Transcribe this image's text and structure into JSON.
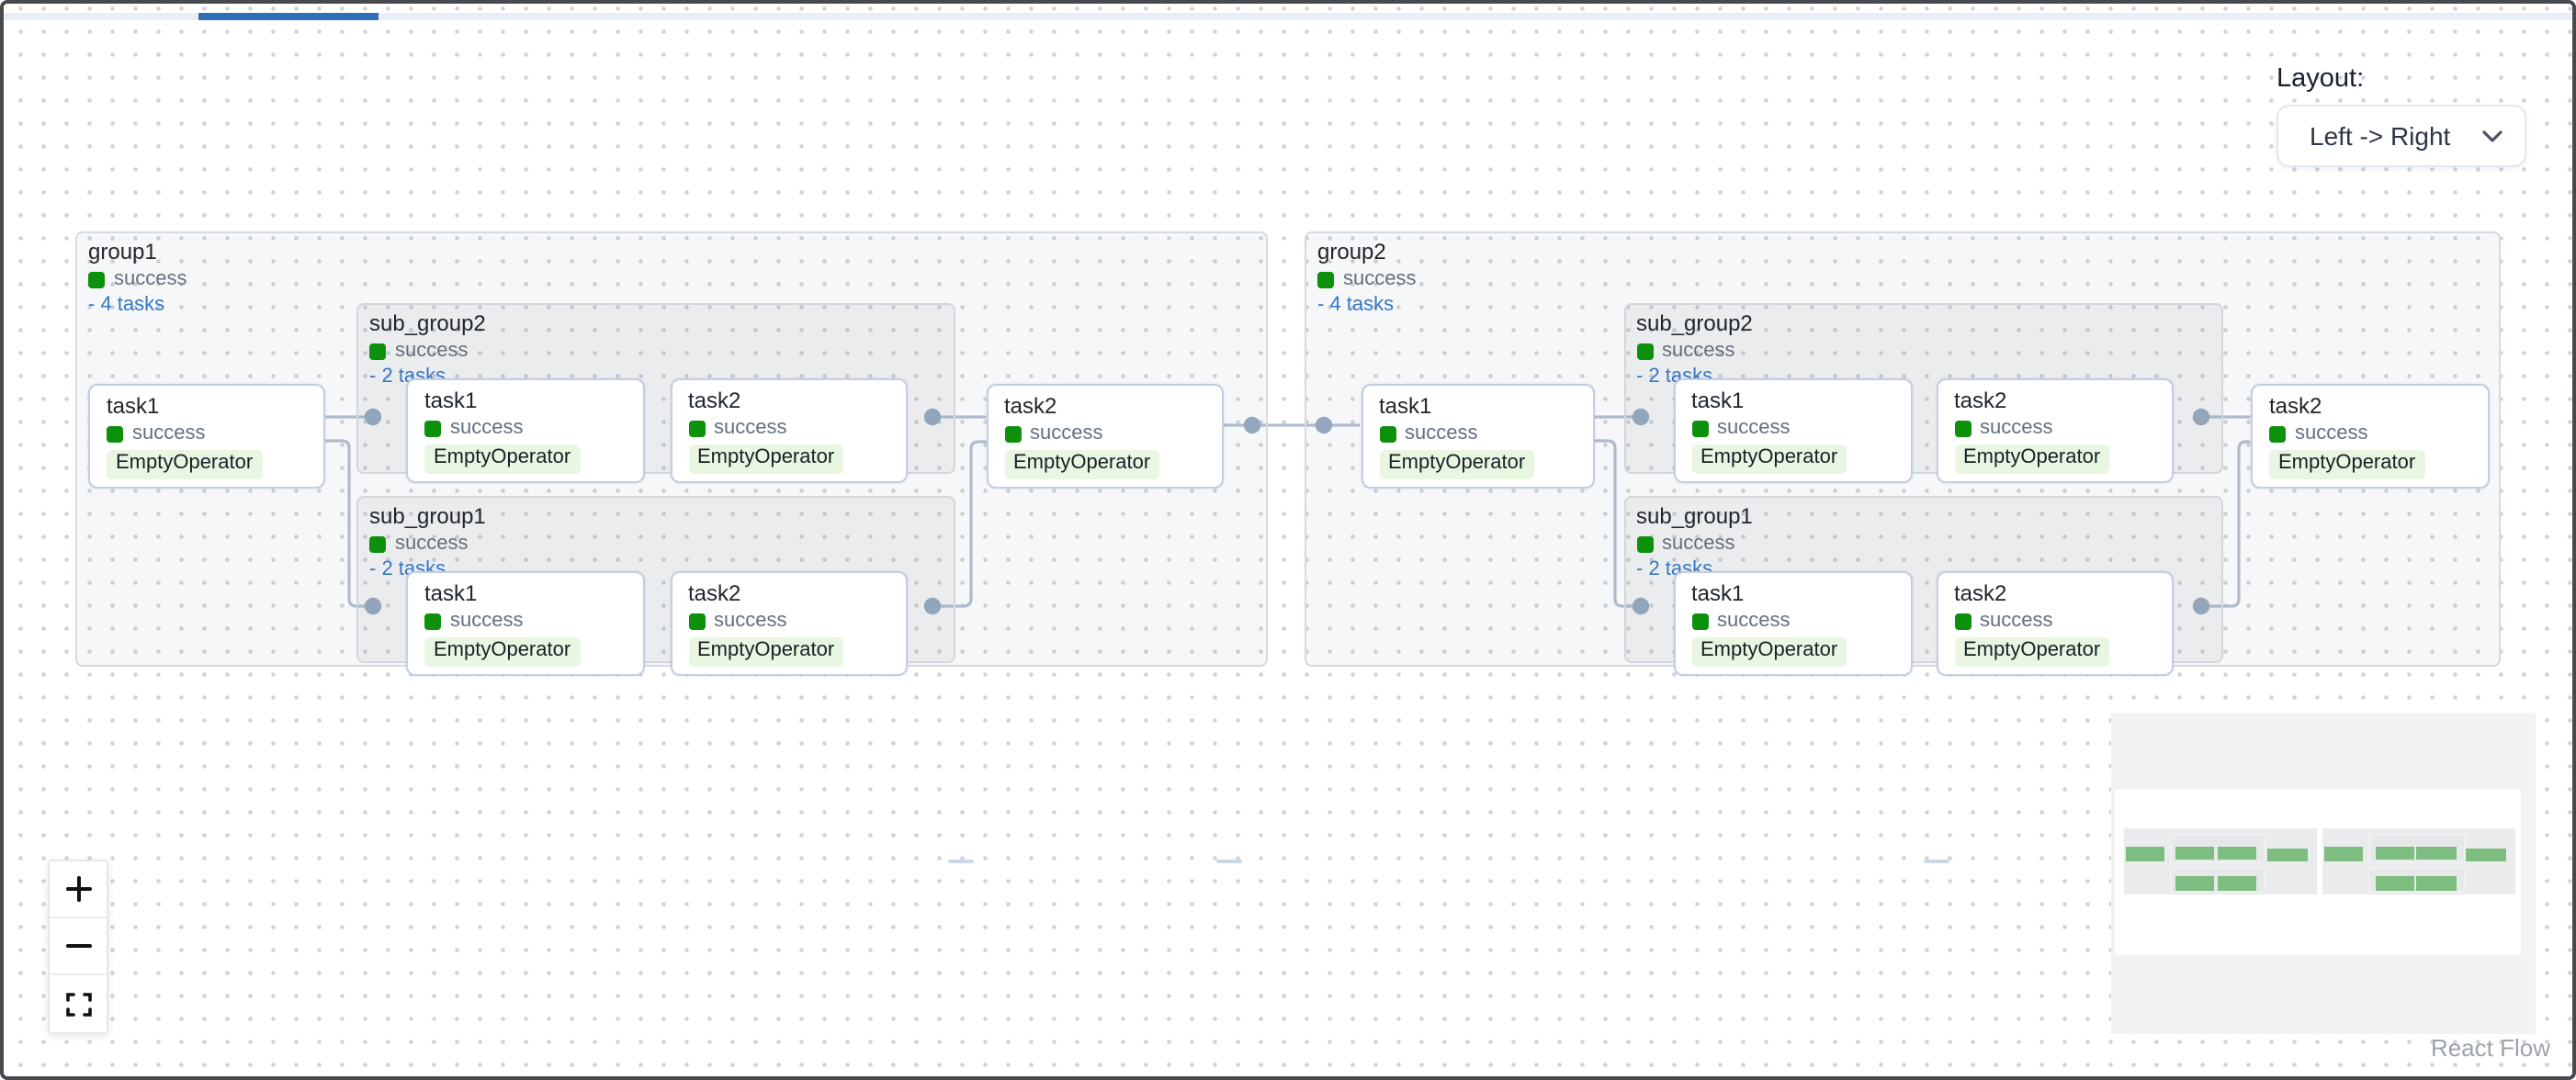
{
  "layout_control": {
    "label": "Layout:",
    "value": "Left -> Right"
  },
  "graph": {
    "groups": [
      {
        "title": "group1",
        "status": "success",
        "tasks_label": "- 4 tasks",
        "task_in": {
          "title": "task1",
          "status": "success",
          "operator": "EmptyOperator"
        },
        "subgroups": [
          {
            "title": "sub_group2",
            "status": "success",
            "tasks_label": "- 2 tasks",
            "tasks": [
              {
                "title": "task1",
                "status": "success",
                "operator": "EmptyOperator"
              },
              {
                "title": "task2",
                "status": "success",
                "operator": "EmptyOperator"
              }
            ]
          },
          {
            "title": "sub_group1",
            "status": "success",
            "tasks_label": "- 2 tasks",
            "tasks": [
              {
                "title": "task1",
                "status": "success",
                "operator": "EmptyOperator"
              },
              {
                "title": "task2",
                "status": "success",
                "operator": "EmptyOperator"
              }
            ]
          }
        ],
        "task_out": {
          "title": "task2",
          "status": "success",
          "operator": "EmptyOperator"
        }
      },
      {
        "title": "group2",
        "status": "success",
        "tasks_label": "- 4 tasks",
        "task_in": {
          "title": "task1",
          "status": "success",
          "operator": "EmptyOperator"
        },
        "subgroups": [
          {
            "title": "sub_group2",
            "status": "success",
            "tasks_label": "- 2 tasks",
            "tasks": [
              {
                "title": "task1",
                "status": "success",
                "operator": "EmptyOperator"
              },
              {
                "title": "task2",
                "status": "success",
                "operator": "EmptyOperator"
              }
            ]
          },
          {
            "title": "sub_group1",
            "status": "success",
            "tasks_label": "- 2 tasks",
            "tasks": [
              {
                "title": "task1",
                "status": "success",
                "operator": "EmptyOperator"
              },
              {
                "title": "task2",
                "status": "success",
                "operator": "EmptyOperator"
              }
            ]
          }
        ],
        "task_out": {
          "title": "task2",
          "status": "success",
          "operator": "EmptyOperator"
        }
      }
    ]
  },
  "controls": {
    "icons": [
      "plus-icon",
      "minus-icon",
      "fit-view-icon"
    ]
  },
  "attribution": "React Flow",
  "colors": {
    "success": "#0d910d",
    "badge_bg": "#e8f6e2",
    "link": "#3477c5",
    "edge": "#b2becf",
    "handle": "#95a9c0",
    "progress": "#2e6fb5",
    "canvas_dot": "#cfd4db",
    "title_text": "#20262c",
    "status_text": "#64707e",
    "mm_node": "#7dbd80",
    "mm_group": "#eaebed",
    "mm_sub": "#e6e8ea"
  }
}
